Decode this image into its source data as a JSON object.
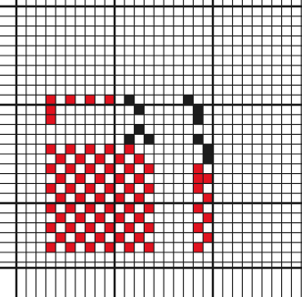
{
  "pattern": {
    "colors": {
      "background": "#ffffff",
      "grid_line": "#1a1a1a",
      "red": "#e0121f",
      "black": "#1c1c1c"
    },
    "grid": {
      "columns": 30,
      "rows": 26,
      "major_every": 10
    },
    "cells": {
      "red": [
        [
          3,
          9
        ],
        [
          5,
          9
        ],
        [
          7,
          9
        ],
        [
          9,
          9
        ],
        [
          3,
          10
        ],
        [
          3,
          11
        ],
        [
          3,
          14
        ],
        [
          5,
          14
        ],
        [
          7,
          14
        ],
        [
          9,
          14
        ],
        [
          11,
          14
        ],
        [
          4,
          15
        ],
        [
          6,
          15
        ],
        [
          8,
          15
        ],
        [
          10,
          15
        ],
        [
          12,
          15
        ],
        [
          3,
          16
        ],
        [
          5,
          16
        ],
        [
          7,
          16
        ],
        [
          9,
          16
        ],
        [
          11,
          16
        ],
        [
          13,
          16
        ],
        [
          4,
          17
        ],
        [
          6,
          17
        ],
        [
          8,
          17
        ],
        [
          10,
          17
        ],
        [
          12,
          17
        ],
        [
          3,
          18
        ],
        [
          5,
          18
        ],
        [
          7,
          18
        ],
        [
          9,
          18
        ],
        [
          11,
          18
        ],
        [
          13,
          18
        ],
        [
          4,
          19
        ],
        [
          6,
          19
        ],
        [
          8,
          19
        ],
        [
          10,
          19
        ],
        [
          12,
          19
        ],
        [
          3,
          20
        ],
        [
          5,
          20
        ],
        [
          7,
          20
        ],
        [
          9,
          20
        ],
        [
          11,
          20
        ],
        [
          13,
          20
        ],
        [
          4,
          21
        ],
        [
          6,
          21
        ],
        [
          8,
          21
        ],
        [
          10,
          21
        ],
        [
          12,
          21
        ],
        [
          3,
          22
        ],
        [
          5,
          22
        ],
        [
          7,
          22
        ],
        [
          9,
          22
        ],
        [
          11,
          22
        ],
        [
          13,
          22
        ],
        [
          4,
          23
        ],
        [
          6,
          23
        ],
        [
          8,
          23
        ],
        [
          10,
          23
        ],
        [
          12,
          23
        ],
        [
          3,
          24
        ],
        [
          5,
          24
        ],
        [
          7,
          24
        ],
        [
          9,
          24
        ],
        [
          11,
          24
        ],
        [
          13,
          24
        ],
        [
          18,
          16
        ],
        [
          18,
          17
        ],
        [
          18,
          18
        ],
        [
          18,
          20
        ],
        [
          18,
          22
        ],
        [
          18,
          24
        ],
        [
          19,
          17
        ],
        [
          19,
          19
        ],
        [
          19,
          21
        ],
        [
          19,
          23
        ]
      ],
      "black": [
        [
          11,
          9
        ],
        [
          12,
          10
        ],
        [
          11,
          13
        ],
        [
          12,
          12
        ],
        [
          13,
          13
        ],
        [
          17,
          9
        ],
        [
          18,
          10
        ],
        [
          18,
          11
        ],
        [
          18,
          13
        ],
        [
          19,
          14
        ],
        [
          19,
          15
        ]
      ]
    }
  }
}
